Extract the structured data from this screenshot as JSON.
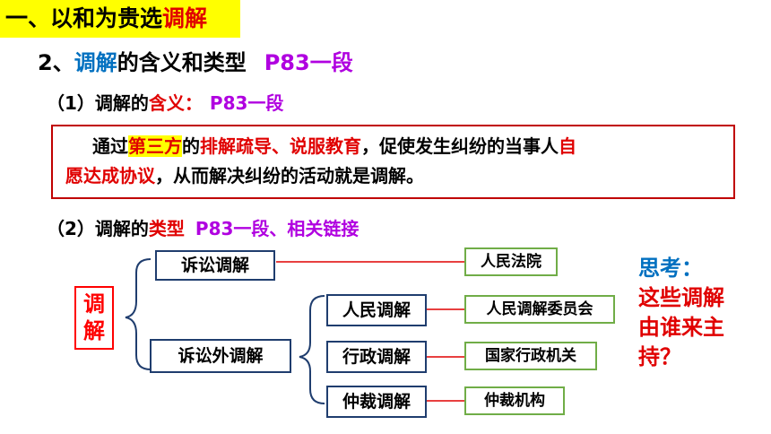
{
  "title": {
    "prefix": "一、以和为贵选",
    "highlight": "调解"
  },
  "section2": {
    "number": "2、",
    "term": "调解",
    "rest": "的含义和类型",
    "page_ref": "P83一段"
  },
  "sub1": {
    "label": "（1）调解的",
    "term": "含义",
    "colon": "：",
    "page_ref": "P83一段"
  },
  "definition": {
    "p1": "通过",
    "term1": "第三方",
    "p2": "的",
    "term2": "排解疏导、说服教育",
    "p3": "，促使发生纠纷的当事人",
    "term3a": "自",
    "term3b": "愿达成协议",
    "p4": "，从而解决纠纷的活动就是调解。"
  },
  "sub2": {
    "label": "（2）调解的",
    "term": "类型",
    "page_ref": "P83一段、相关链接"
  },
  "diagram": {
    "root": {
      "line1": "调",
      "line2": "解"
    },
    "litigation": "诉讼调解",
    "non_litigation": "诉讼外调解",
    "sub_types": [
      "人民调解",
      "行政调解",
      "仲裁调解"
    ],
    "hosts": [
      "人民法院",
      "人民调解委员会",
      "国家行政机关",
      "仲裁机构"
    ]
  },
  "think": {
    "line1": "思考：",
    "line2": "这些调解",
    "line3": "由谁来主",
    "line4": "持？"
  },
  "colors": {
    "red": "#e00000",
    "blue": "#0070c0",
    "purple": "#b000e0",
    "highlight": "#ffff00",
    "box_border": "#1f3d6e",
    "green_border": "#70ad47"
  }
}
